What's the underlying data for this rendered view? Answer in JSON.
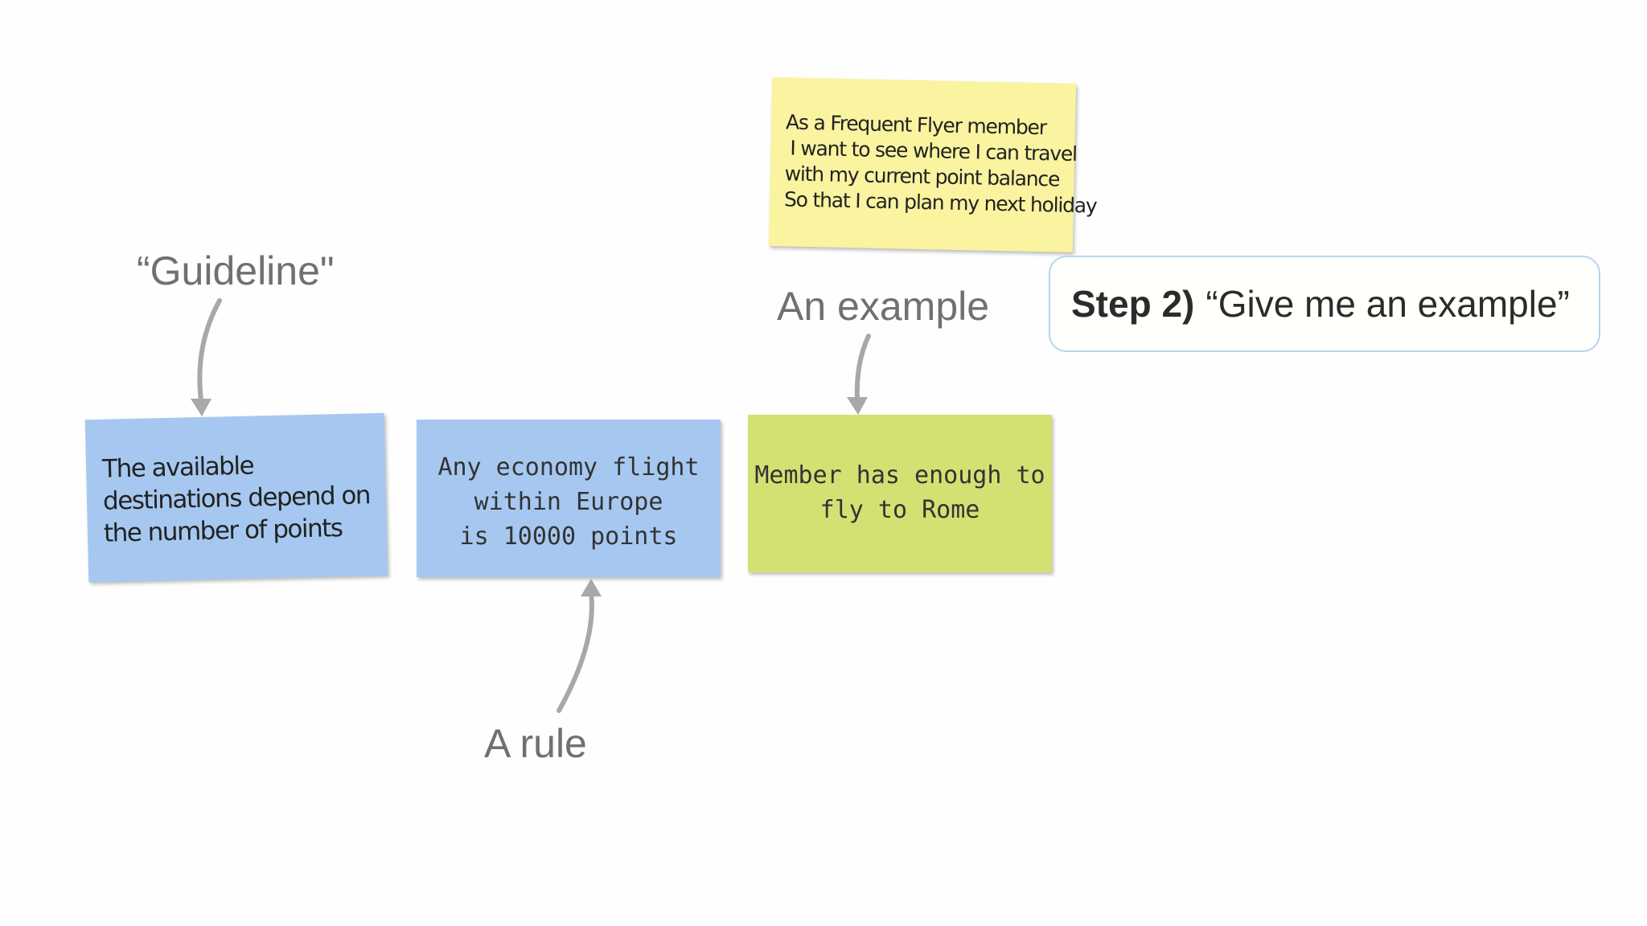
{
  "story_card": {
    "lines": [
      "As a Frequent Flyer member",
      "I want to see where I can travel",
      "with my current point balance",
      "So that I can plan my next holiday"
    ],
    "color": "#faf3a0"
  },
  "captions": {
    "guideline": "“Guideline\"",
    "example": "An example",
    "rule": "A rule"
  },
  "step": {
    "label": "Step 2)",
    "text": "“Give me an example”"
  },
  "cards": {
    "guideline": {
      "lines": [
        "The available",
        "destinations depend on",
        "the number of points"
      ],
      "color": "#a6c8f0"
    },
    "rule": {
      "lines": [
        "Any economy flight",
        "within Europe",
        "is 10000 points"
      ],
      "color": "#a6c8f0"
    },
    "example": {
      "lines": [
        "Member has enough to",
        "fly to Rome"
      ],
      "color": "#d3e173"
    }
  }
}
